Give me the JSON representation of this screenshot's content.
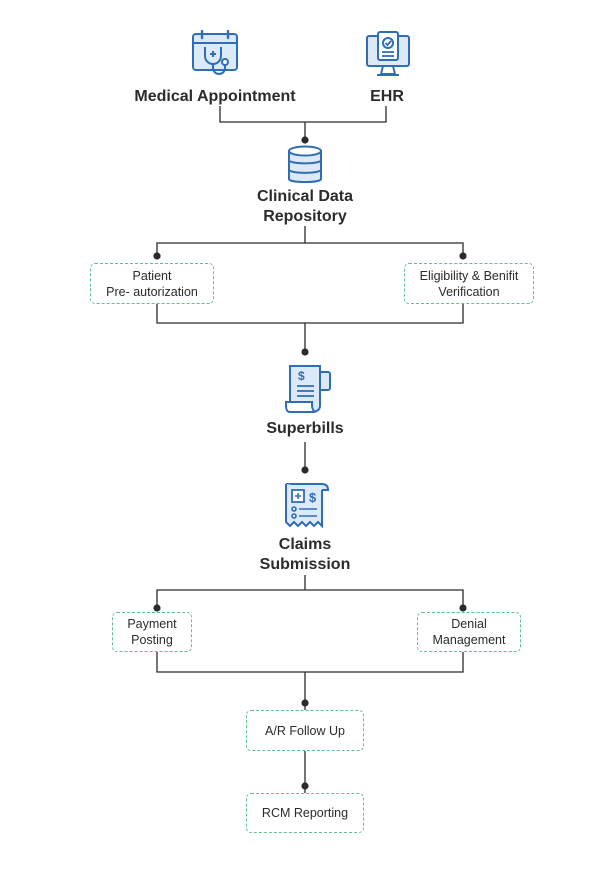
{
  "colors": {
    "icon_blue": "#2f6db6",
    "icon_light_blue": "#dce9f8",
    "connector": "#2b2b2b",
    "box_border_green": "#5fbf8e",
    "text": "#2b2b2b"
  },
  "nodes": {
    "medical_appointment": {
      "label": "Medical Appointment",
      "icon": "calendar-stethoscope-icon"
    },
    "ehr": {
      "label": "EHR",
      "icon": "monitor-record-icon"
    },
    "clinical_data_repository": {
      "line1": "Clinical Data",
      "line2": "Repository",
      "icon": "database-icon"
    },
    "patient_preauth": {
      "line1": "Patient",
      "line2": "Pre- autorization"
    },
    "eligibility": {
      "line1": "Eligibility & Benifit",
      "line2": "Verification"
    },
    "superbills": {
      "label": "Superbills",
      "icon": "bill-receipt-icon"
    },
    "claims_submission": {
      "line1": "Claims",
      "line2": "Submission",
      "icon": "claim-form-icon"
    },
    "payment_posting": {
      "line1": "Payment",
      "line2": "Posting"
    },
    "denial_management": {
      "line1": "Denial",
      "line2": "Management"
    },
    "ar_follow_up": {
      "label": "A/R Follow Up"
    },
    "rcm_reporting": {
      "label": "RCM Reporting"
    }
  },
  "edges": [
    [
      "medical_appointment",
      "clinical_data_repository"
    ],
    [
      "ehr",
      "clinical_data_repository"
    ],
    [
      "clinical_data_repository",
      "patient_preauth"
    ],
    [
      "clinical_data_repository",
      "eligibility"
    ],
    [
      "patient_preauth",
      "superbills"
    ],
    [
      "eligibility",
      "superbills"
    ],
    [
      "superbills",
      "claims_submission"
    ],
    [
      "claims_submission",
      "payment_posting"
    ],
    [
      "claims_submission",
      "denial_management"
    ],
    [
      "payment_posting",
      "ar_follow_up"
    ],
    [
      "denial_management",
      "ar_follow_up"
    ],
    [
      "ar_follow_up",
      "rcm_reporting"
    ]
  ]
}
